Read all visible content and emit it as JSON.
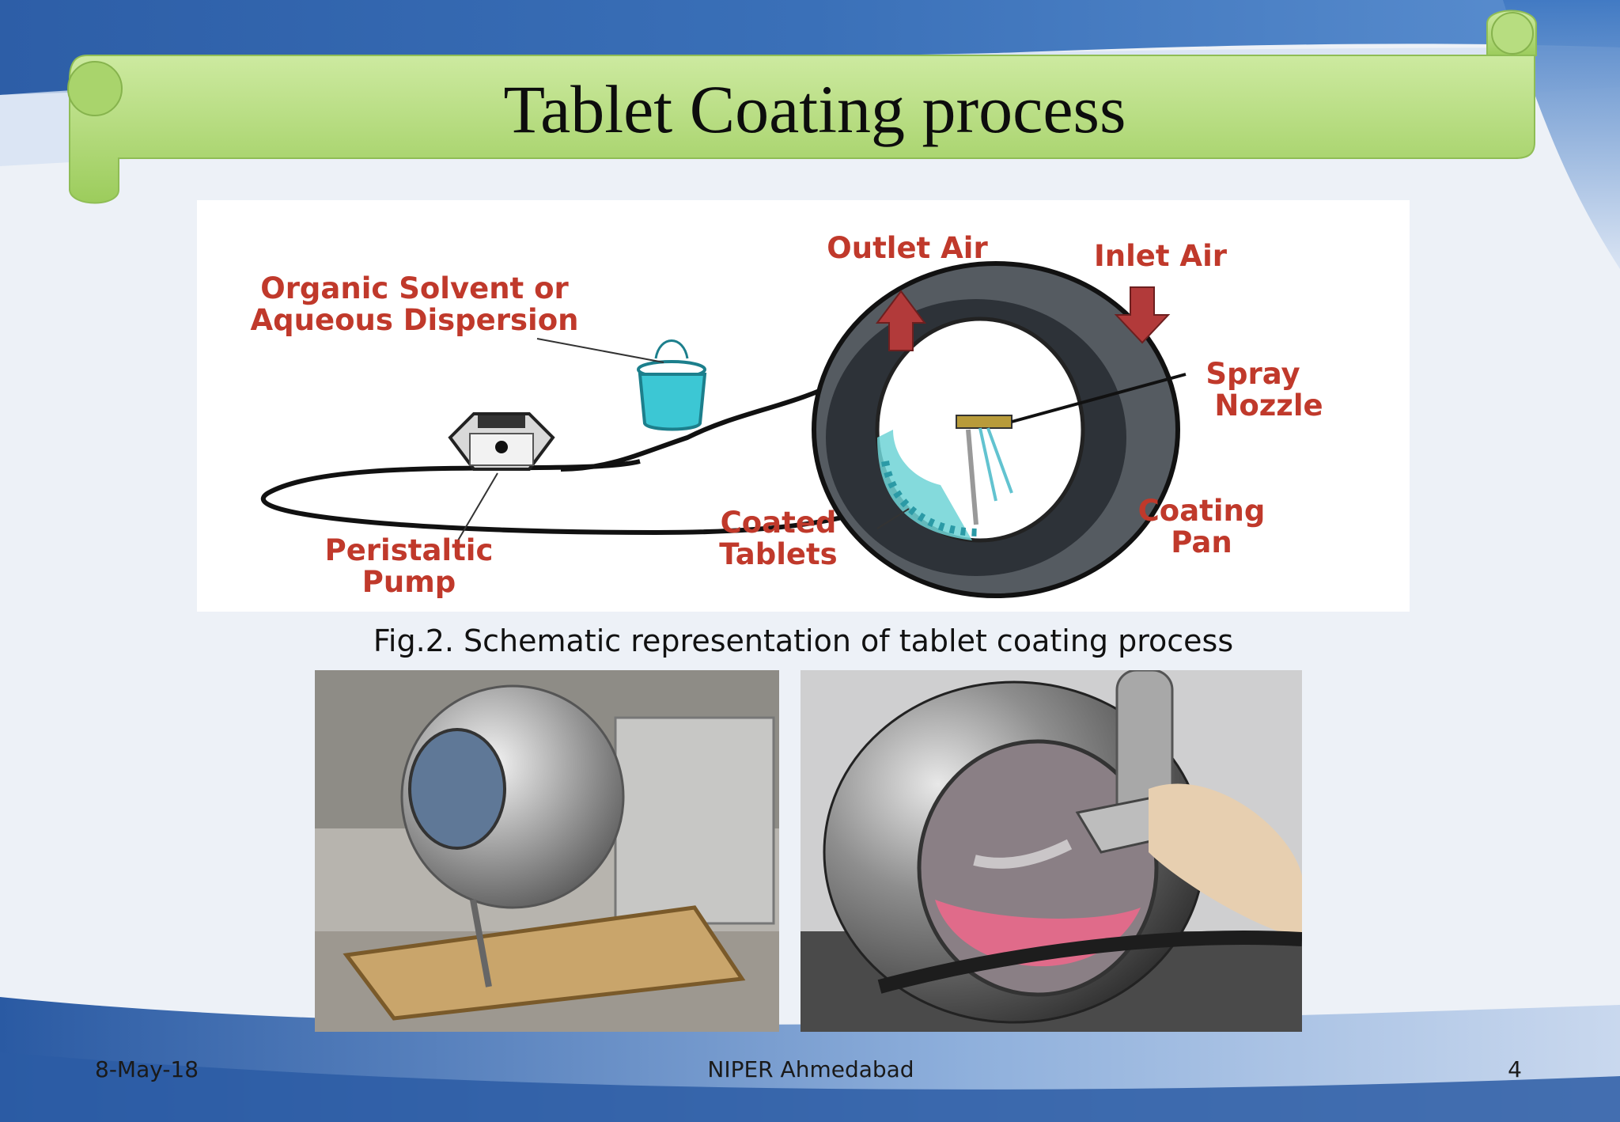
{
  "slide": {
    "title": "Tablet Coating process",
    "caption": "Fig.2. Schematic representation of tablet coating process"
  },
  "diagram": {
    "labels": {
      "solvent_line1": "Organic Solvent or",
      "solvent_line2": "Aqueous Dispersion",
      "outlet_air": "Outlet Air",
      "inlet_air": "Inlet Air",
      "spray_line1": "Spray",
      "spray_line2": "Nozzle",
      "coating_line1": "Coating",
      "coating_line2": "Pan",
      "coated_line1": "Coated",
      "coated_line2": "Tablets",
      "pump_line1": "Peristaltic",
      "pump_line2": "Pump"
    }
  },
  "footer": {
    "date": "8-May-18",
    "organization": "NIPER Ahmedabad",
    "page_number": "4"
  },
  "colors": {
    "banner_green": "#b5dd7d",
    "label_red": "#c0392b",
    "background_blue": "#2f5fa8"
  }
}
